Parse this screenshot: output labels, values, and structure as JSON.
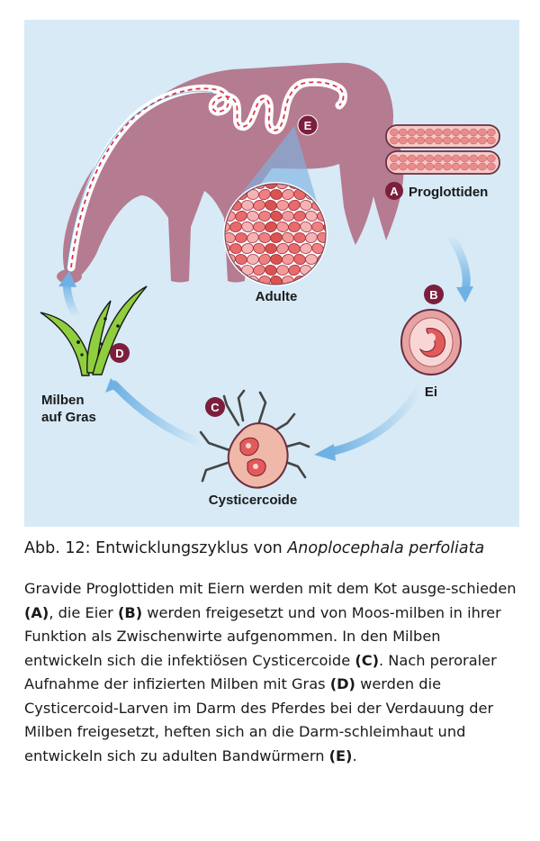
{
  "figure": {
    "background": "#d7eaf6",
    "colors": {
      "horse": "#b57b90",
      "arrow": "#7fb9e6",
      "badge": "#7b1f3d",
      "proglottid": "#f6c9c9",
      "gut_white": "#ffffff",
      "gut_red": "#d9364a",
      "adult_cell": "#f08a8a",
      "grass": "#8fcf3e"
    },
    "labels": {
      "proglottiden": "Proglottiden",
      "ei": "Ei",
      "cysticercoide": "Cysticercoide",
      "milben_line1": "Milben",
      "milben_line2": "auf Gras",
      "adulte": "Adulte"
    },
    "badges": {
      "a": "A",
      "b": "B",
      "c": "C",
      "d": "D",
      "e": "E"
    }
  },
  "caption": {
    "number": "Abb. 12:",
    "text": "Entwicklungszyklus von",
    "species": "Anoplocephala perfoliata"
  },
  "body": {
    "s1": "Gravide Proglottiden mit Eiern werden mit dem Kot ausge-schieden ",
    "a": "(A)",
    "s2": ", die Eier ",
    "b": "(B)",
    "s3": " werden freigesetzt und von Moos-milben in ihrer Funktion als Zwischenwirte aufgenommen. In den Milben entwickeln sich die infektiösen Cysticercoide ",
    "c": "(C)",
    "s4": ". Nach peroraler Aufnahme der infizierten Milben mit Gras ",
    "d": "(D)",
    "s5": " werden die Cysticercoid-Larven im Darm des Pferdes bei der Verdauung der Milben freigesetzt, heften sich an die Darm-schleimhaut und entwickeln sich zu adulten Bandwürmern ",
    "e": "(E)",
    "s6": "."
  }
}
